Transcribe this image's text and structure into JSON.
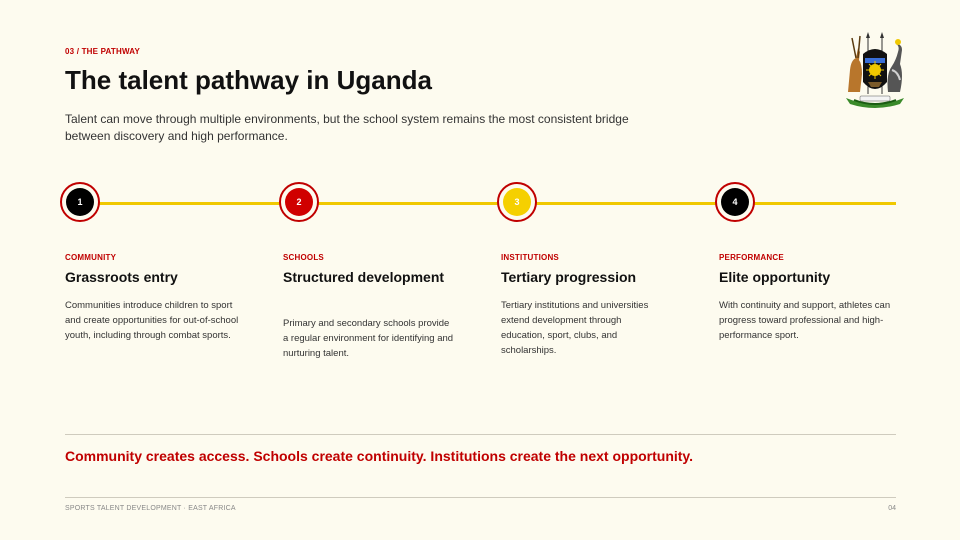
{
  "header": {
    "eyebrow": "03 / THE PATHWAY",
    "title": "The talent pathway in Uganda",
    "subtitle": "Talent can move through multiple environments, but the school system remains the most consistent bridge between discovery and high performance."
  },
  "crest": {
    "icon": "uganda-coat-of-arms-icon"
  },
  "accent_colors": {
    "red": "#C00000",
    "yellow": "#F0C800",
    "black": "#000000"
  },
  "steps": [
    {
      "number": "1",
      "label": "COMMUNITY",
      "title": "Grassroots entry",
      "body": "Communities introduce children to sport and create opportunities for out-of-school youth, including through combat sports.",
      "color": "#000000"
    },
    {
      "number": "2",
      "label": "SCHOOLS",
      "title": "Structured development",
      "body": "Primary and secondary schools provide a regular environment for identifying and nurturing talent.",
      "color": "#D00000"
    },
    {
      "number": "3",
      "label": "INSTITUTIONS",
      "title": "Tertiary progression",
      "body": "Tertiary institutions and universities extend development through education, sport, clubs, and scholarships.",
      "color": "#F5D000"
    },
    {
      "number": "4",
      "label": "PERFORMANCE",
      "title": "Elite opportunity",
      "body": "With continuity and support, athletes can progress toward professional and high-performance sport.",
      "color": "#000000"
    }
  ],
  "takeaway": "Community creates access. Schools create continuity. Institutions create the next opportunity.",
  "footer": {
    "left": "SPORTS TALENT DEVELOPMENT · EAST AFRICA",
    "page": "04"
  }
}
